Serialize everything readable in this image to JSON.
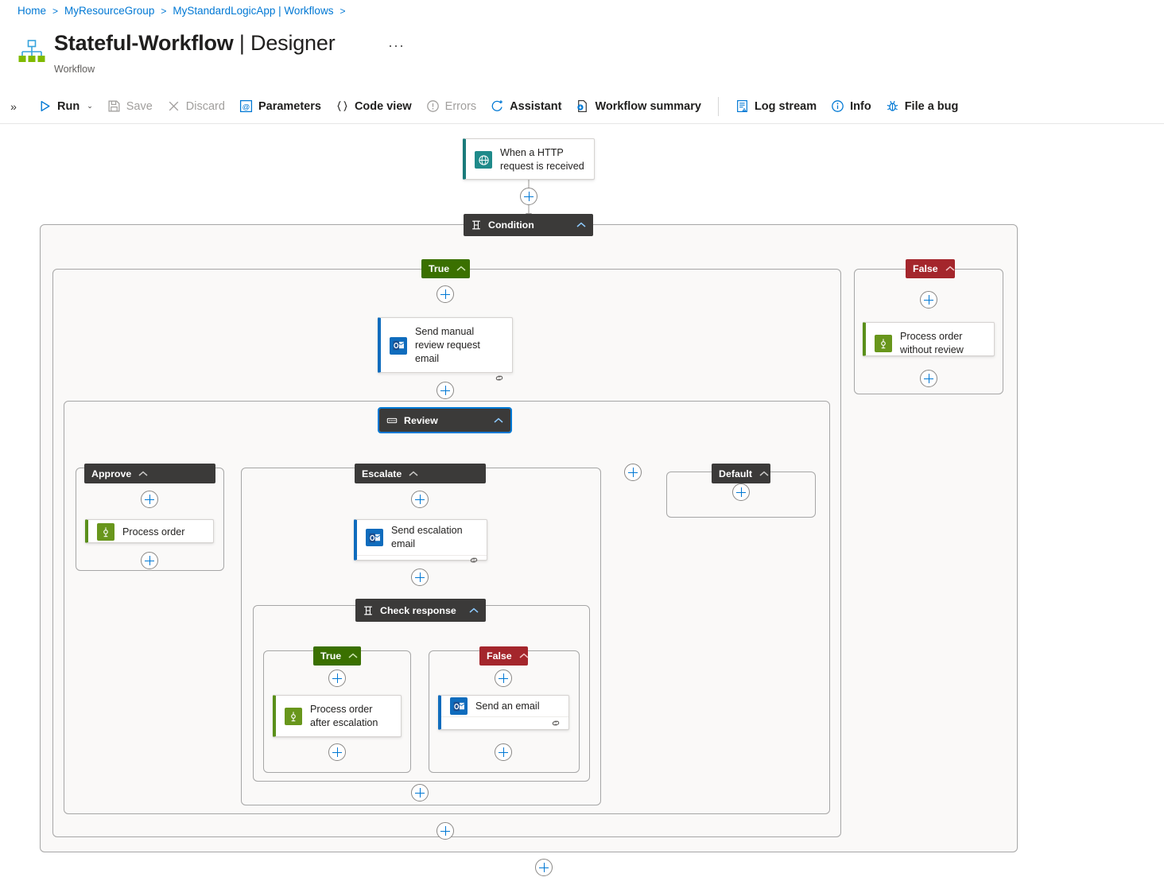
{
  "breadcrumb": {
    "items": [
      "Home",
      "MyResourceGroup",
      "MyStandardLogicApp | Workflows"
    ],
    "separator": ">"
  },
  "header": {
    "title_main": "Stateful-Workflow",
    "title_sep": " | ",
    "title_sub": "Designer",
    "subtitle": "Workflow",
    "more_label": "···",
    "icon": "workflow-hierarchy-icon"
  },
  "toolbar": {
    "expand_label": "»",
    "items": [
      {
        "label": "Run",
        "icon": "play-icon",
        "caret": "⌄",
        "disabled": false
      },
      {
        "label": "Save",
        "icon": "save-disk-icon",
        "disabled": true
      },
      {
        "label": "Discard",
        "icon": "close-x-icon",
        "disabled": true
      },
      {
        "label": "Parameters",
        "icon": "at-bracket-icon",
        "disabled": false
      },
      {
        "label": "Code view",
        "icon": "curly-braces-icon",
        "disabled": false
      },
      {
        "label": "Errors",
        "icon": "error-circle-icon",
        "disabled": true
      },
      {
        "label": "Assistant",
        "icon": "assistant-sparkle-icon",
        "disabled": false
      },
      {
        "label": "Workflow summary",
        "icon": "summary-download-icon",
        "disabled": false
      },
      {
        "label": "Log stream",
        "icon": "log-stream-icon",
        "disabled": false
      },
      {
        "label": "Info",
        "icon": "info-circle-icon",
        "disabled": false
      },
      {
        "label": "File a bug",
        "icon": "bug-icon",
        "disabled": false
      }
    ]
  },
  "colors": {
    "accent": "#0078d4",
    "true_branch": "#3a7000",
    "false_branch": "#a4262c",
    "scope_header": "#3b3a39",
    "trigger_border": "#1a7b7b",
    "outlook_border": "#0f6cbd",
    "function_border": "#5a8f1a",
    "scope_bg": "#faf9f8",
    "canvas_bg": "#ffffff"
  },
  "workflow": {
    "trigger": {
      "label": "When a HTTP request is received",
      "icon": "http-request-icon",
      "type": "trigger"
    },
    "condition": {
      "label": "Condition",
      "icon": "condition-branch-icon",
      "collapse": "collapse-chevron-icon",
      "branches": {
        "true_label": "True",
        "false_label": "False"
      }
    },
    "actions": {
      "send_manual_review": {
        "label": "Send manual review request email",
        "icon": "outlook-icon",
        "connector": "connection-link-icon"
      },
      "process_order_without_review": {
        "label": "Process order without review",
        "icon": "azure-function-icon"
      },
      "process_order": {
        "label": "Process order",
        "icon": "azure-function-icon"
      },
      "send_escalation_email": {
        "label": "Send escalation email",
        "icon": "outlook-icon",
        "connector": "connection-link-icon"
      },
      "process_order_after_escalation": {
        "label": "Process order after escalation",
        "icon": "azure-function-icon"
      },
      "send_an_email": {
        "label": "Send an email",
        "icon": "outlook-icon",
        "connector": "connection-link-icon"
      }
    },
    "switch": {
      "label": "Review",
      "icon": "switch-case-icon",
      "selected": true,
      "cases": [
        {
          "label": "Approve"
        },
        {
          "label": "Escalate"
        },
        {
          "label": "Default"
        }
      ]
    },
    "nested_condition": {
      "label": "Check response",
      "icon": "condition-branch-icon",
      "branches": {
        "true_label": "True",
        "false_label": "False"
      }
    },
    "add_button_label": "+"
  }
}
